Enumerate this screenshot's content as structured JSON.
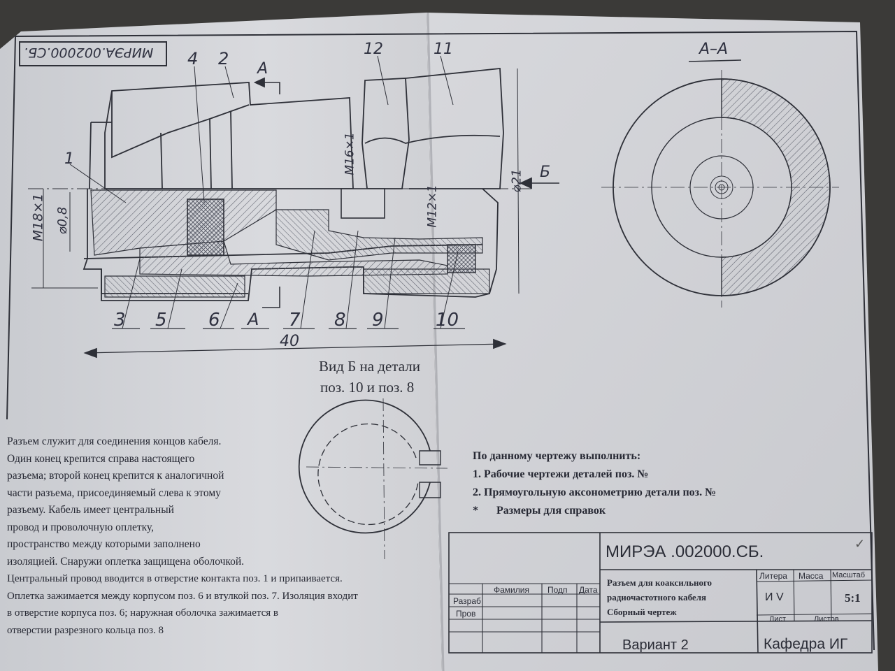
{
  "drawing": {
    "stamp_corner": "МИРЭА.002000.СБ.",
    "section_label": "А–А",
    "view_title_line1": "Вид Б на детали",
    "view_title_line2": "поз. 10 и поз. 8",
    "dimension_overall": "40",
    "thread_left": "M18×1",
    "diameter_small": "⌀0,8",
    "thread_mid": "M16×1",
    "thread_right": "M12×1",
    "diameter_right": "⌀21",
    "arrow_label_a_top": "А",
    "arrow_label_a_bottom": "А",
    "arrow_label_b": "Б",
    "positions": [
      "1",
      "2",
      "3",
      "4",
      "5",
      "6",
      "7",
      "8",
      "9",
      "10",
      "11",
      "12"
    ]
  },
  "description": {
    "lines": [
      "Разъем служит для соединения концов кабеля.",
      "Один конец крепится справа настоящего",
      "разъема; второй конец крепится к аналогичной",
      "части разъема, присоединяемый слева к этому",
      "разъему. Кабель имеет центральный",
      "провод и проволочную оплетку,",
      "пространство между которыми заполнено",
      "изоляцией. Снаружи оплетка защищена оболочкой.",
      " Центральный провод вводится в отверстие контакта поз. 1 и припаивается.",
      " Оплетка зажимается между корпусом поз. 6 и втулкой поз. 7. Изоляция входит",
      "в отверстие корпуса поз. 6; наружная оболочка зажимается в",
      "отверстии разрезного кольца поз. 8"
    ]
  },
  "task": {
    "heading": "По данному чертежу выполнить:",
    "item1": "1. Рабочие чертежи деталей поз. №",
    "item2": "2. Прямоугольную аксонометрию детали поз. №",
    "item3_mark": "*",
    "item3": "Размеры для справок"
  },
  "title_block": {
    "code": "МИРЭА .002000.СБ.",
    "name_line1": "Разъем для коаксильного",
    "name_line2": "радиочастотного кабеля",
    "name_line3": "Сборный чертеж",
    "col_surname": "Фамилия",
    "col_sign": "Подп",
    "col_date": "Дата",
    "row_developer": "Разраб",
    "row_checked": "Пров",
    "hdr_litera": "Литера",
    "hdr_mass": "Масса",
    "hdr_scale": "Масштаб",
    "litera_value": "И V",
    "scale_value": "5:1",
    "sheet_label": "Лист",
    "sheets_label": "Листов",
    "variant": "Вариант 2",
    "department": "Кафедра ИГ",
    "check_mark": "✓"
  }
}
